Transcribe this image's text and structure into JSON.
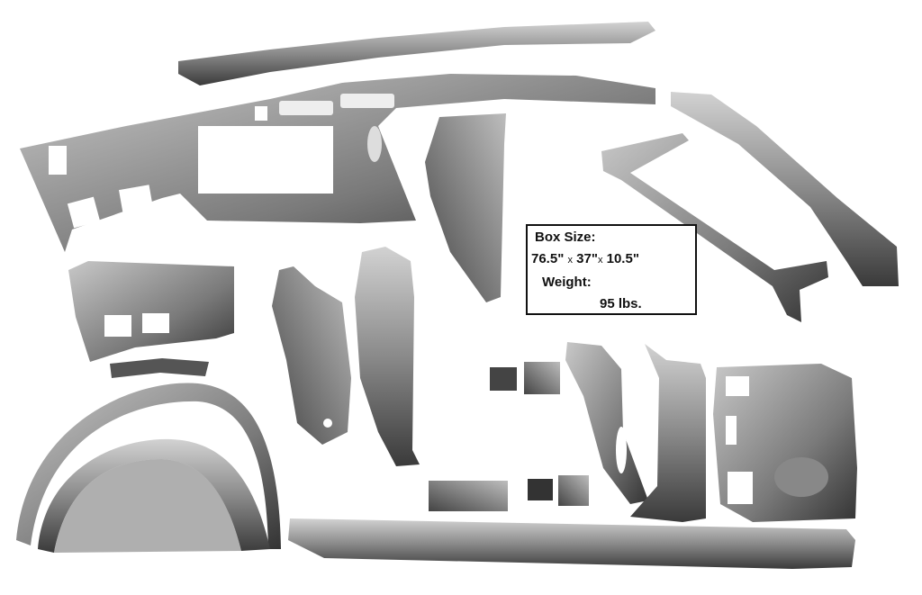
{
  "image": {
    "description": "Product photo of classic car sheet-metal body panel kit on white background",
    "background": "#ffffff",
    "metal_color_dark": "#3c3c3c",
    "metal_color_mid": "#8a8a8a",
    "metal_color_light": "#d0d0d0"
  },
  "info_box": {
    "box_size_label": "Box Size:",
    "dim_1": "76.5\"",
    "x1": "x",
    "dim_2": "37\"",
    "x2": "x",
    "dim_3": "10.5\"",
    "weight_label": "Weight:",
    "weight_value": "95 lbs."
  },
  "parts": [
    {
      "name": "cowl-top-panel"
    },
    {
      "name": "dash-firewall-panel"
    },
    {
      "name": "a-pillar-brace"
    },
    {
      "name": "windshield-frame-pillar"
    },
    {
      "name": "roof-rail"
    },
    {
      "name": "kick-panel"
    },
    {
      "name": "kick-panel-strip"
    },
    {
      "name": "inner-pillar-left"
    },
    {
      "name": "inner-pillar-right"
    },
    {
      "name": "outer-wheelhouse"
    },
    {
      "name": "inner-wheelhouse"
    },
    {
      "name": "small-bracket-1"
    },
    {
      "name": "small-bracket-2"
    },
    {
      "name": "hinge-bracket"
    },
    {
      "name": "door-hinge-pillar"
    },
    {
      "name": "quarter-inner-panel"
    },
    {
      "name": "floor-bracket"
    },
    {
      "name": "small-bracket-3"
    },
    {
      "name": "small-bracket-4"
    },
    {
      "name": "rocker-panel"
    }
  ]
}
